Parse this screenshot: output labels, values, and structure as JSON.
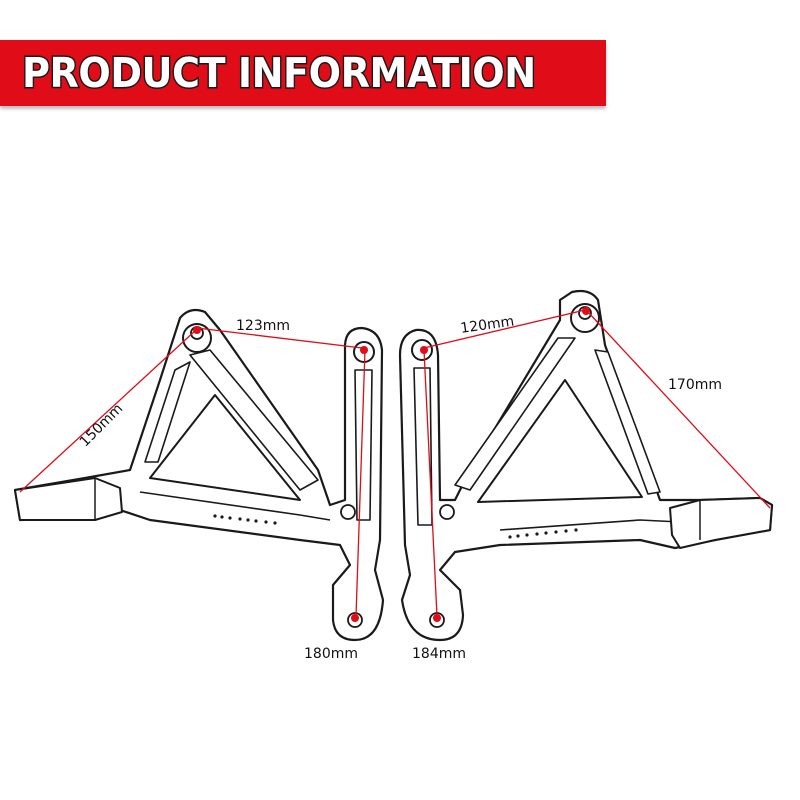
{
  "header": {
    "title": "PRODUCT INFORMATION"
  },
  "colors": {
    "banner": "#e00c17",
    "banner_text": "#ffffff",
    "measure_line": "#e00c17",
    "outline": "#1a1a1a"
  },
  "left_bracket": {
    "measurements": {
      "pivot_span": "123mm",
      "peg_span": "150mm",
      "vertical": "180mm"
    }
  },
  "right_bracket": {
    "measurements": {
      "pivot_span": "120mm",
      "peg_span": "170mm",
      "vertical": "184mm"
    }
  }
}
